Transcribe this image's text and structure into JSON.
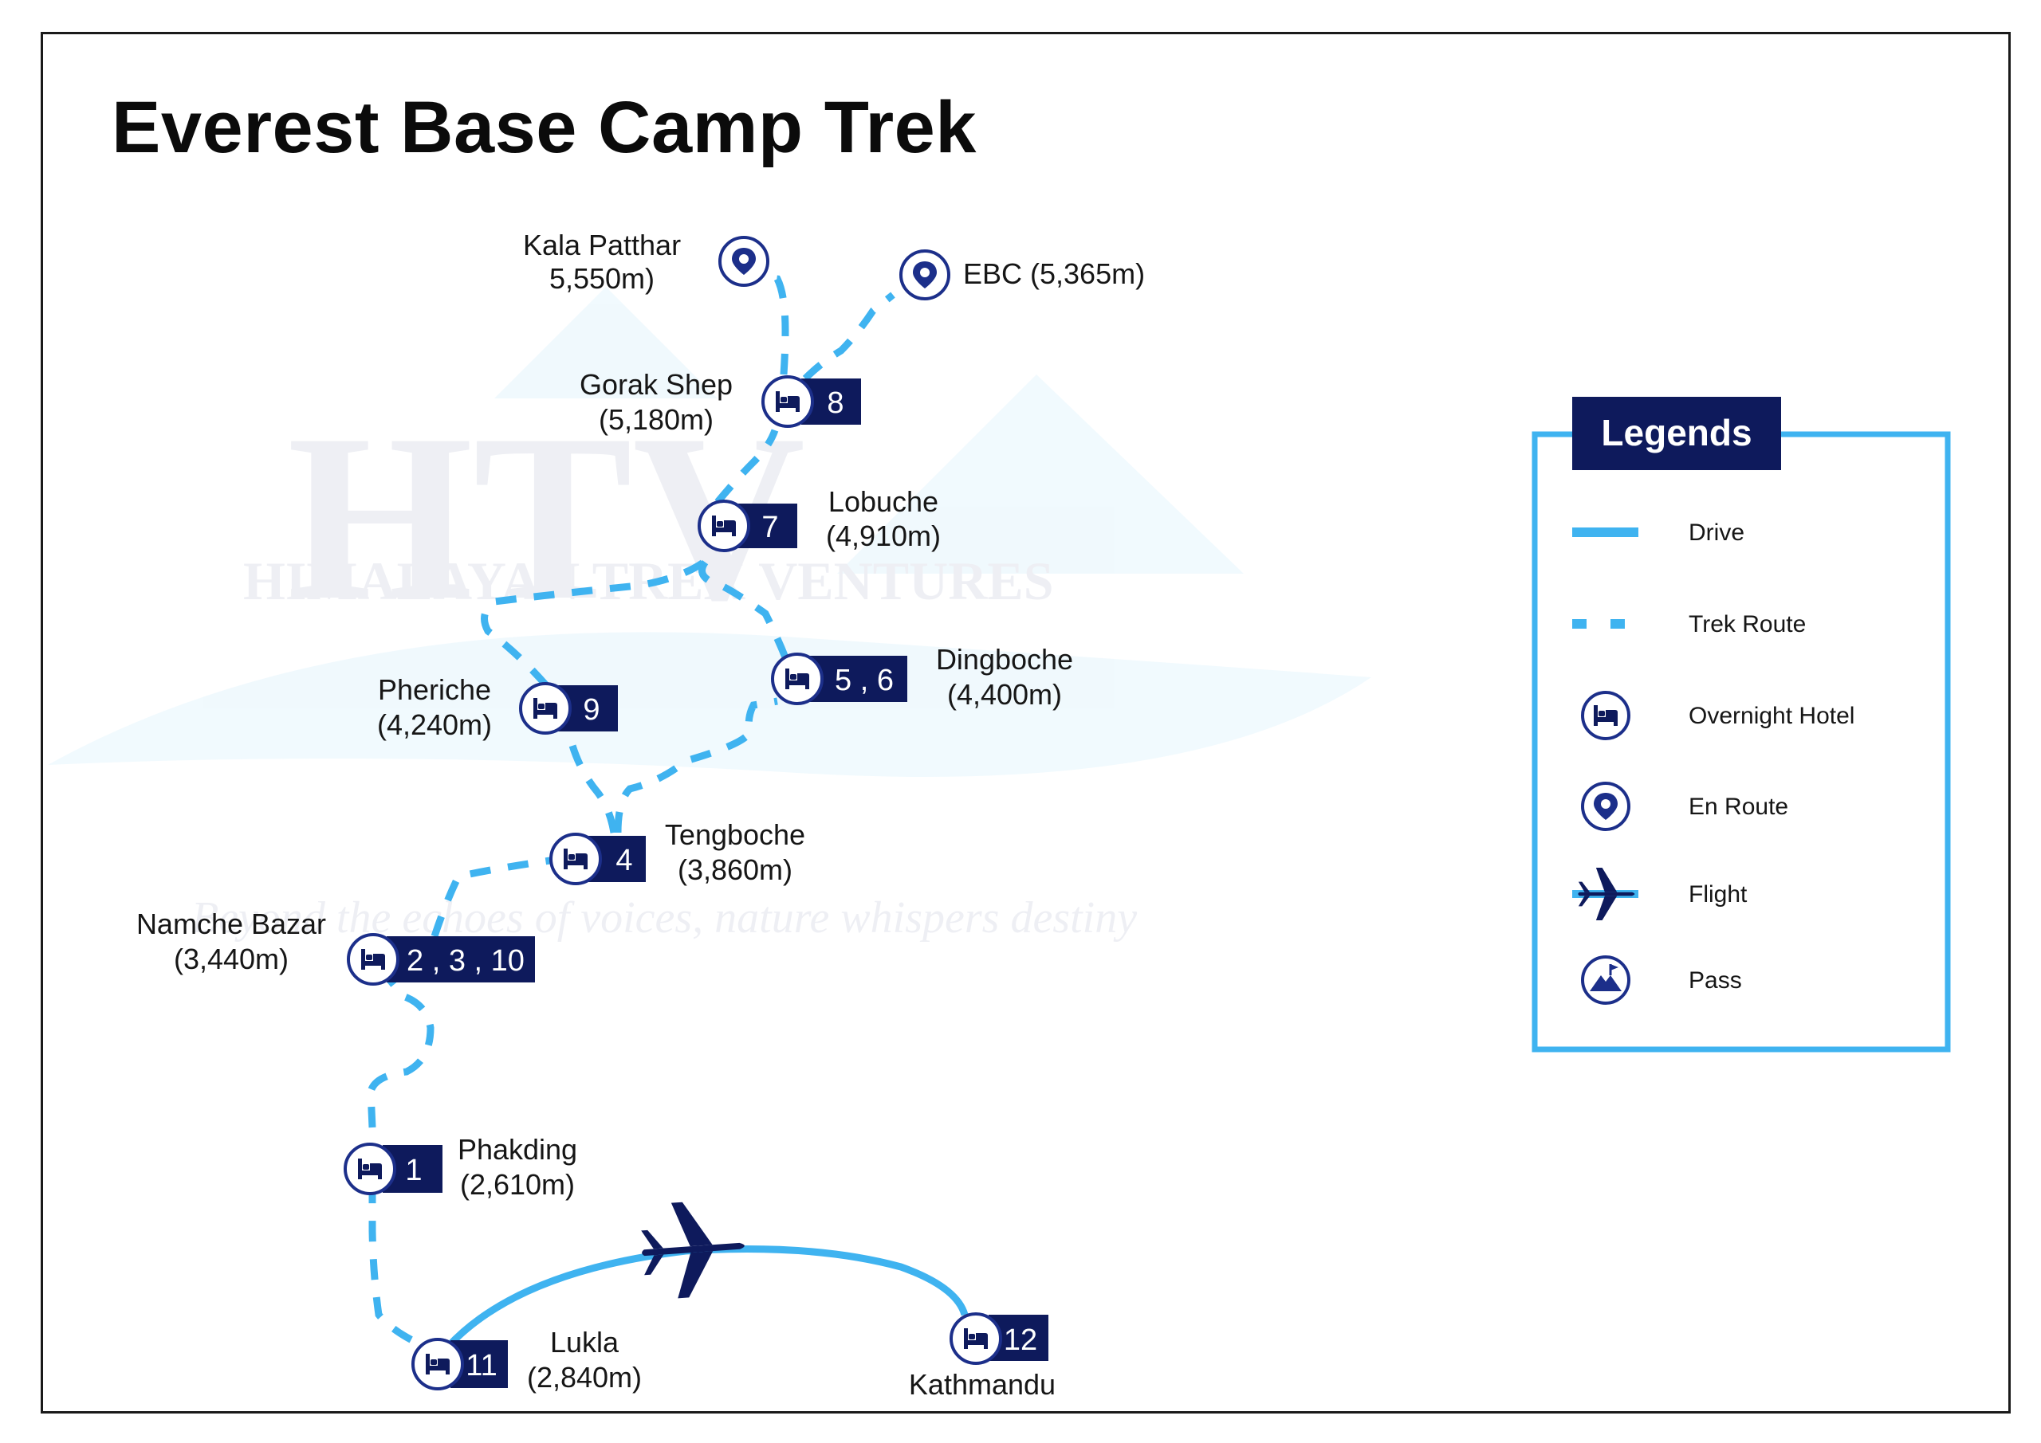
{
  "title": "Everest Base Camp Trek",
  "watermark": {
    "letters": "HTV",
    "company": "HIMALAYAN TREK VENTURES",
    "tagline": "Beyond the echoes of voices, nature whispers destiny"
  },
  "colors": {
    "route": "#3fb3f0",
    "navy": "#0e1a5c",
    "text": "#161616"
  },
  "places": {
    "kala_patthar": {
      "name": "Kala Patthar",
      "alt": "5,550m)",
      "icon": "map-pin-icon"
    },
    "ebc": {
      "name": "EBC (5,365m)",
      "icon": "map-pin-icon"
    },
    "gorak_shep": {
      "name": "Gorak Shep",
      "alt": "(5,180m)",
      "days": "8",
      "icon": "bed-icon"
    },
    "lobuche": {
      "name": "Lobuche",
      "alt": "(4,910m)",
      "days": "7",
      "icon": "bed-icon"
    },
    "dingboche": {
      "name": "Dingboche",
      "alt": "(4,400m)",
      "days": "5 , 6",
      "icon": "bed-icon"
    },
    "pheriche": {
      "name": "Pheriche",
      "alt": "(4,240m)",
      "days": "9",
      "icon": "bed-icon"
    },
    "tengboche": {
      "name": "Tengboche",
      "alt": "(3,860m)",
      "days": "4",
      "icon": "bed-icon"
    },
    "namche": {
      "name": "Namche Bazar",
      "alt": "(3,440m)",
      "days": "2 , 3 , 10",
      "icon": "bed-icon"
    },
    "phakding": {
      "name": "Phakding",
      "alt": "(2,610m)",
      "days": "1",
      "icon": "bed-icon"
    },
    "lukla": {
      "name": "Lukla",
      "alt": "(2,840m)",
      "days": "11",
      "icon": "bed-icon"
    },
    "kathmandu": {
      "name": "Kathmandu",
      "days": "12",
      "icon": "bed-icon"
    }
  },
  "legend": {
    "title": "Legends",
    "items": [
      {
        "label": "Drive",
        "icon": "solid-line"
      },
      {
        "label": "Trek Route",
        "icon": "dashed-line"
      },
      {
        "label": "Overnight Hotel",
        "icon": "bed-icon"
      },
      {
        "label": "En Route",
        "icon": "map-pin-icon"
      },
      {
        "label": "Flight",
        "icon": "airplane-icon"
      },
      {
        "label": "Pass",
        "icon": "mountain-flag-icon"
      }
    ]
  }
}
